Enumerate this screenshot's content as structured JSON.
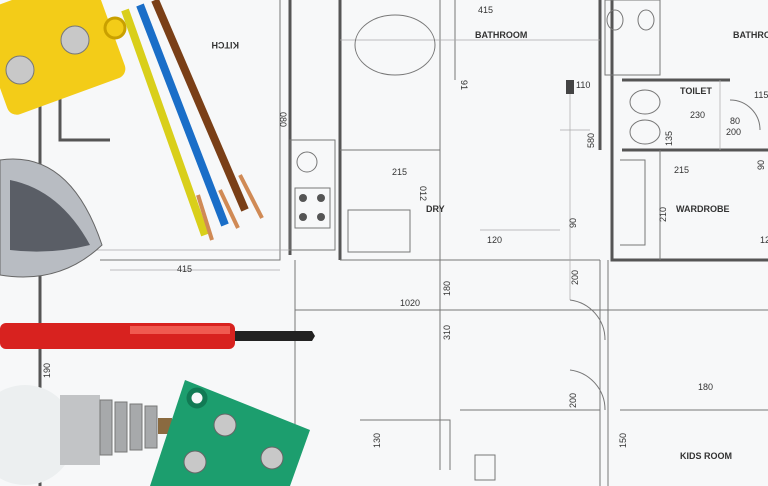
{
  "rooms": {
    "kitchen": "KITCH",
    "bathroom": "BATHROOM",
    "bathroom2": "BATHRO",
    "toilet": "TOILET",
    "wardrobe": "WARDROBE",
    "kids_room": "KIDS ROOM",
    "dry": "DRY"
  },
  "dimensions": {
    "d415a": "415",
    "d415b": "415",
    "d110": "110",
    "d115": "115",
    "d230": "230",
    "d80": "80",
    "d200a": "200",
    "d135": "135",
    "d580": "580",
    "d215a": "215",
    "d215b": "215",
    "d210": "210",
    "d120a": "120",
    "d120b": "12",
    "d1020": "1020",
    "d180a": "180",
    "d180b": "180",
    "d310": "310",
    "d190": "190",
    "d130": "130",
    "d150": "150",
    "d200b": "200",
    "d200c": "200",
    "d90a": "90",
    "d90b": "90",
    "d080": "080",
    "d012": "012",
    "d91": "91"
  }
}
